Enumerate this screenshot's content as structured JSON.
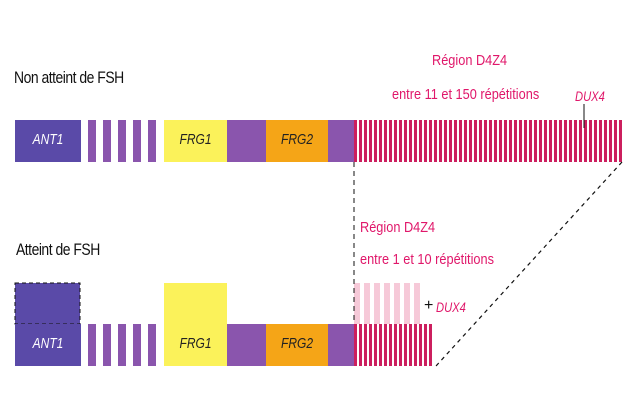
{
  "top_row": {
    "label": "Non atteint de FSH",
    "genes": {
      "ant1": "ANT1",
      "frg1": "FRG1",
      "frg2": "FRG2"
    },
    "region": {
      "line1": "Région D4Z4",
      "line2": "entre 11 et 150 répétitions"
    },
    "dux4": "DUX4"
  },
  "bottom_row": {
    "label": "Atteint de FSH",
    "genes": {
      "ant1": "ANT1",
      "frg1": "FRG1",
      "frg2": "FRG2"
    },
    "region": {
      "line1": "Région D4Z4",
      "line2": "entre 1 et 10 répétitions"
    },
    "plus": "+",
    "dux4": "DUX4"
  },
  "colors": {
    "purple_dark": "#5a4aa8",
    "purple": "#8a55ad",
    "yellow": "#fbf25a",
    "orange": "#f5a517",
    "magenta": "#cc1f5e",
    "pink_light": "#f6c9d8"
  }
}
